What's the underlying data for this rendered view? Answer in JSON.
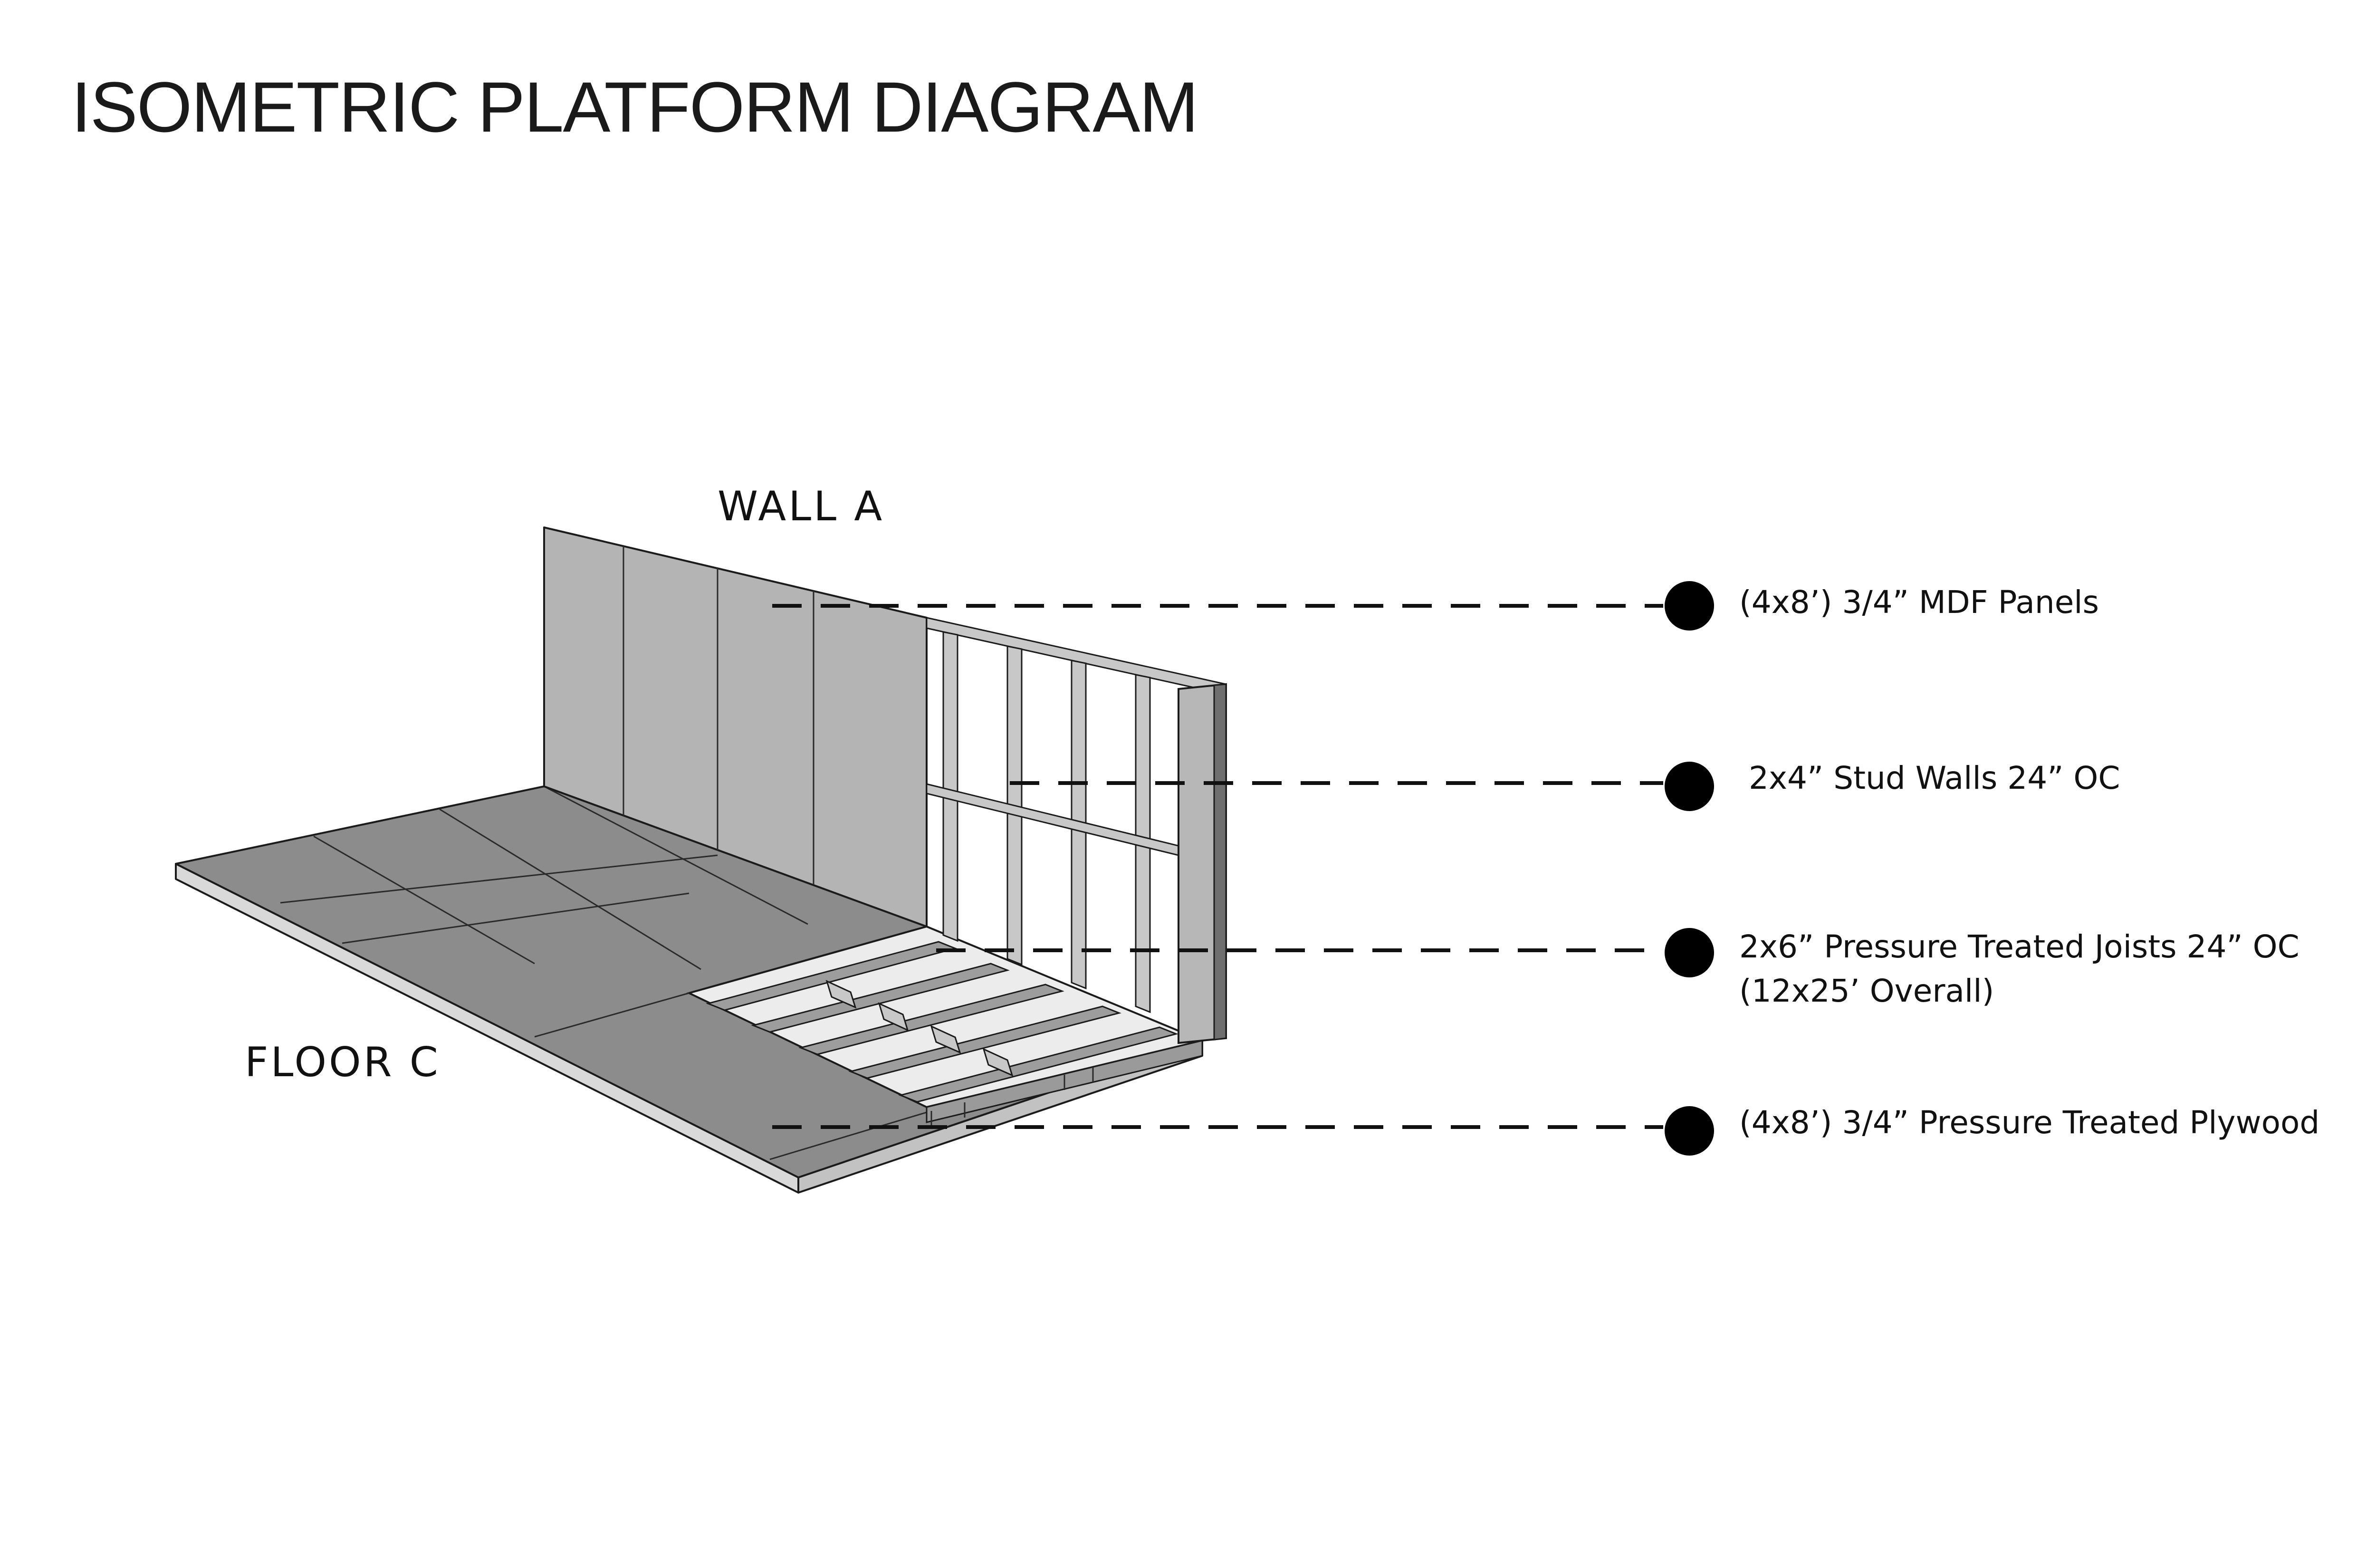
{
  "title": "ISOMETRIC PLATFORM DIAGRAM",
  "labels": {
    "wall": "WALL A",
    "floor": "FLOOR C"
  },
  "callouts": [
    {
      "lines": [
        "(4x8’) 3/4” MDF Panels"
      ]
    },
    {
      "lines": [
        "2x4” Stud Walls 24” OC"
      ]
    },
    {
      "lines": [
        "2x6” Pressure Treated Joists 24” OC",
        "(12x25’ Overall)"
      ]
    },
    {
      "lines": [
        "(4x8’) 3/4” Pressure Treated Plywood"
      ]
    }
  ],
  "colors": {
    "wall_panel": "#b4b4b4",
    "floor_panel": "#8c8c8c",
    "lumber": "#9d9d9d",
    "lumber_face": "#c8c8c8",
    "lines": "#111111"
  }
}
